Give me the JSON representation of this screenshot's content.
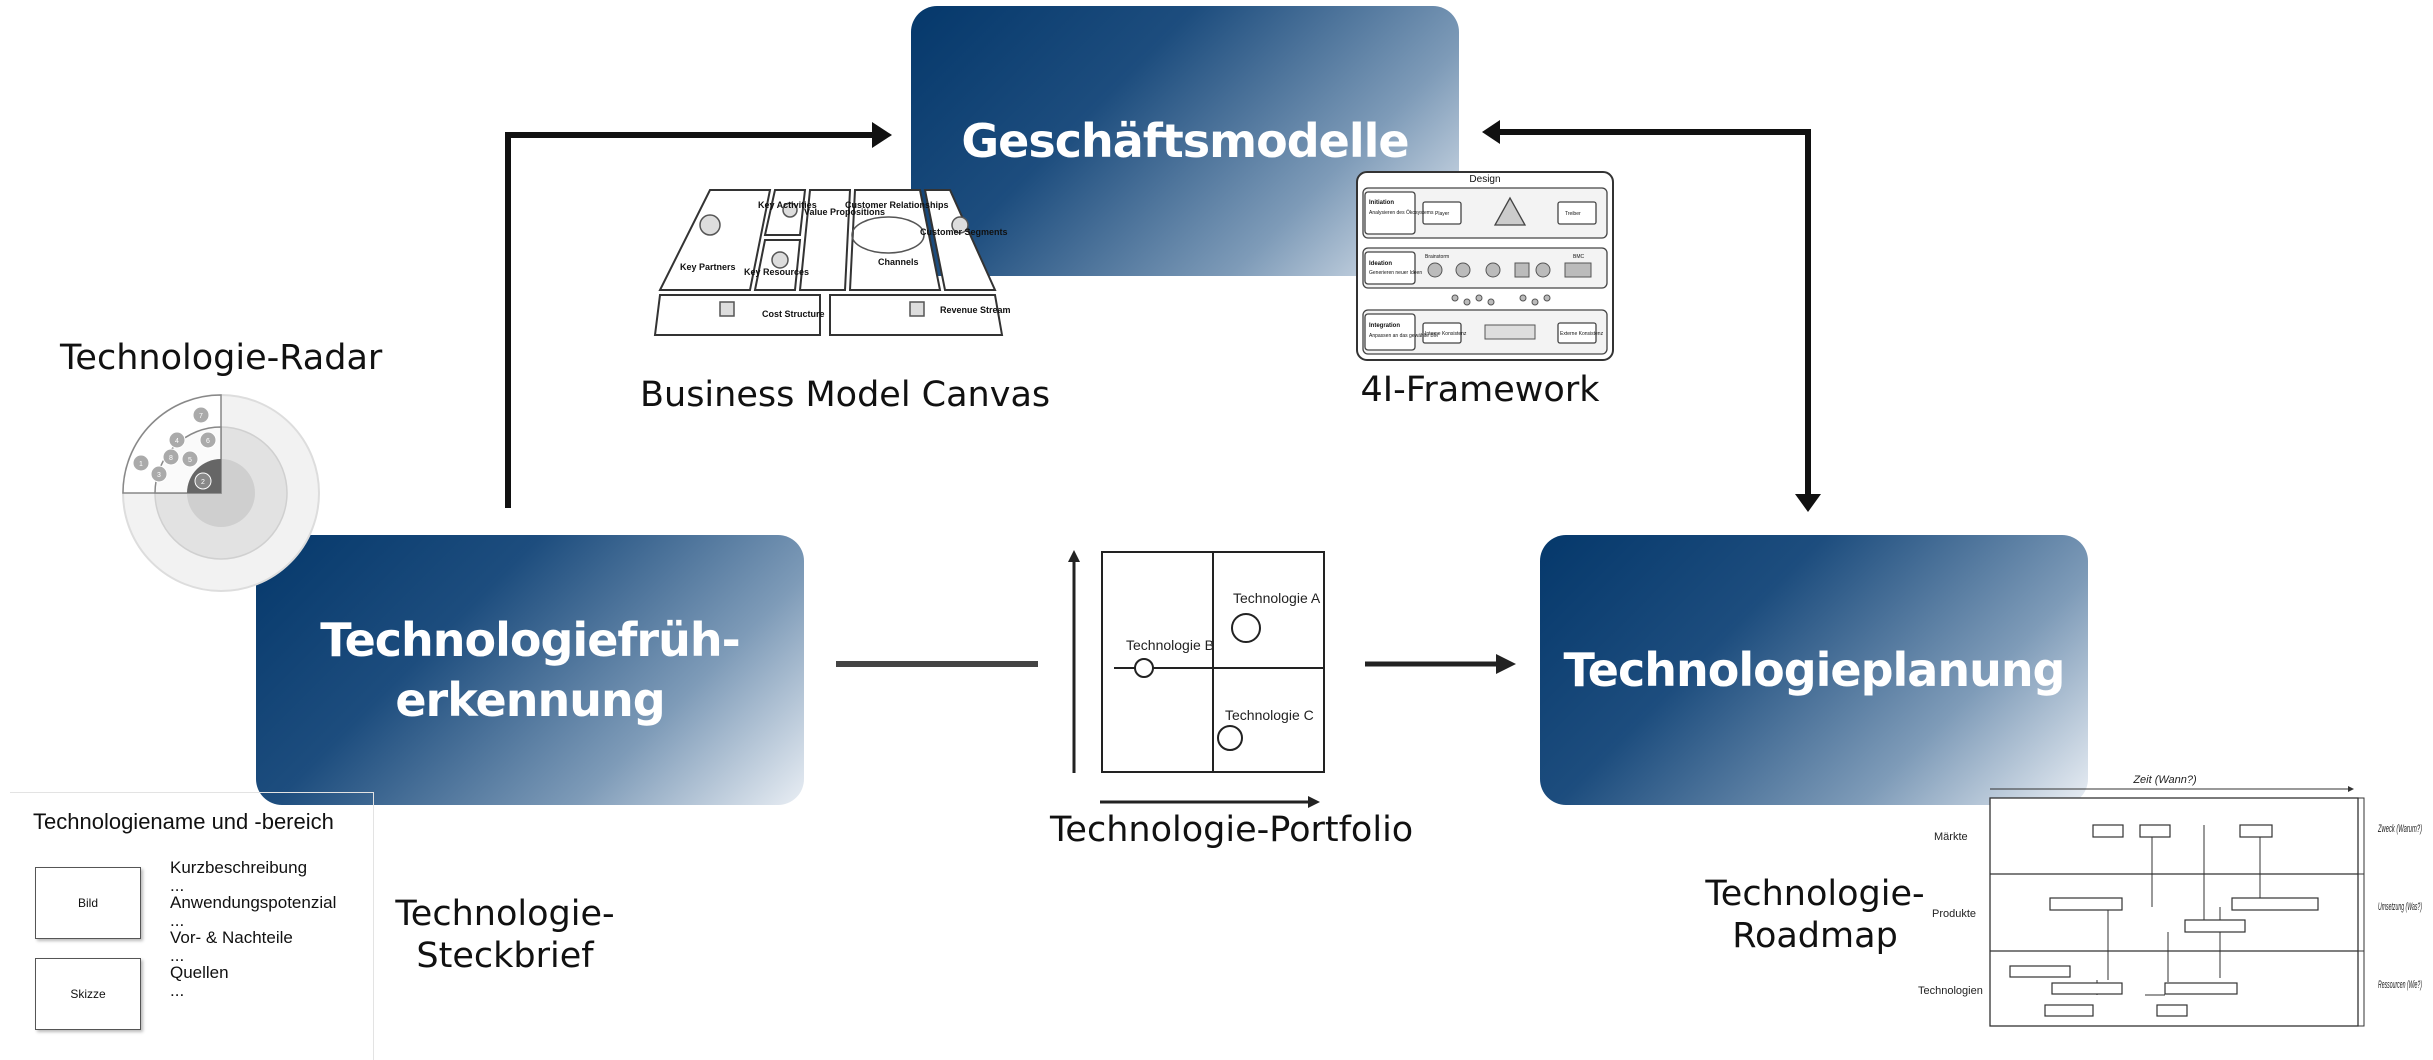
{
  "boxes": {
    "business_models": "Geschäftsmodelle",
    "early_detection_line1": "Technologiefrüh-",
    "early_detection_line2": "erkennung",
    "planning": "Technologieplanung"
  },
  "labels": {
    "bmc": "Business Model Canvas",
    "framework": "4I-Framework",
    "radar": "Technologie-Radar",
    "portfolio": "Technologie-Portfolio",
    "steckbrief_line1": "Technologie-",
    "steckbrief_line2": "Steckbrief",
    "roadmap_line1": "Technologie-",
    "roadmap_line2": "Roadmap"
  },
  "bmc": {
    "key_partners": "Key Partners",
    "key_activities": "Key Activities",
    "key_resources": "Key Resources",
    "value_propositions": "Value Propositions",
    "customer_relationships": "Customer Relationships",
    "channels": "Channels",
    "customer_segments": "Customer Segments",
    "cost_structure": "Cost Structure",
    "revenue_streams": "Revenue Streams"
  },
  "framework": {
    "title": "Design",
    "rows": [
      {
        "name": "Initiation",
        "sub": "Analysieren des Ökosystems",
        "left": "Player",
        "right": "Treiber"
      },
      {
        "name": "Ideation",
        "sub": "Generieren neuer Ideen",
        "left": "Brainstorm",
        "right": "BMC"
      },
      {
        "name": "Integration",
        "sub": "Anpassen an das gewählte BM",
        "left": "Interne Konsistenz",
        "right": "Externe Konsistenz"
      }
    ]
  },
  "radar": {
    "markers": [
      "1",
      "2",
      "3",
      "4",
      "5",
      "6",
      "7",
      "8"
    ]
  },
  "portfolio": {
    "items": [
      {
        "label": "Technologie A"
      },
      {
        "label": "Technologie B"
      },
      {
        "label": "Technologie C"
      }
    ]
  },
  "steckbrief": {
    "title": "Technologiename und -bereich",
    "image_label": "Bild",
    "sketch_label": "Skizze",
    "fields": [
      "Kurzbeschreibung",
      "...",
      "Anwendungspotenzial",
      "...",
      "Vor- & Nachteile",
      "...",
      "Quellen",
      "..."
    ]
  },
  "roadmap": {
    "time_label": "Zeit (Wann?)",
    "rows": [
      {
        "label": "Märkte",
        "side": "Zweck (Warum?)"
      },
      {
        "label": "Produkte",
        "side": "Umsetzung (Was?)"
      },
      {
        "label": "Technologien",
        "side": "Ressourcen (Wie?)"
      }
    ]
  },
  "colors": {
    "box_dark": "#05386b",
    "box_light": "#e9eef4",
    "arrow": "#111111"
  }
}
